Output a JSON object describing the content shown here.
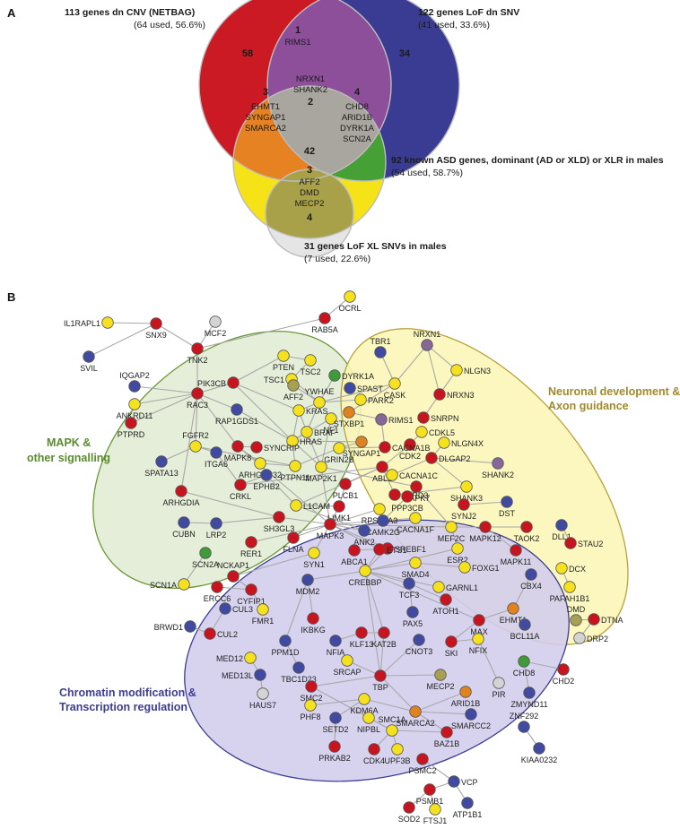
{
  "panels": {
    "a": "A",
    "b": "B"
  },
  "venn": {
    "labels": [
      {
        "bold": "113 genes dn CNV (NETBAG)",
        "sub": "(64 used, 56.6%)"
      },
      {
        "bold": "122 genes LoF  dn SNV",
        "sub": "(41 used, 33.6%)"
      },
      {
        "bold": "92 known ASD genes, dominant (AD or XLD) or XLR in males",
        "sub": "(54 used, 58.7%)"
      },
      {
        "bold": "31 genes LoF XL SNVs in males",
        "sub": "(7 used, 22.6%)"
      }
    ],
    "regions": [
      {
        "count": "58",
        "genes": []
      },
      {
        "count": "34",
        "genes": []
      },
      {
        "count": "1",
        "genes": [
          "RIMS1"
        ]
      },
      {
        "count": "2",
        "genes": [
          "NRXN1",
          "SHANK2"
        ]
      },
      {
        "count": "3",
        "genes": [
          "EHMT1",
          "SYNGAP1",
          "SMARCA2"
        ]
      },
      {
        "count": "4",
        "genes": [
          "CHD8",
          "ARID1B",
          "DYRK1A",
          "SCN2A"
        ]
      },
      {
        "count": "42",
        "genes": []
      },
      {
        "count": "3",
        "genes": [
          "AFF2",
          "DMD",
          "MECP2"
        ]
      },
      {
        "count": "4",
        "genes": []
      }
    ]
  },
  "network": {
    "clusters": [
      {
        "label_lines": [
          "MAPK &",
          "other signalling"
        ],
        "color": "#5a8a2e"
      },
      {
        "label_lines": [
          "Neuronal development &",
          "Axon guidance"
        ],
        "color": "#a08a2a"
      },
      {
        "label_lines": [
          "Chromatin modification &",
          "Transcription regulation"
        ],
        "color": "#3d3d95"
      }
    ],
    "colors": {
      "red": "#c8141e",
      "yellow": "#f5e11e",
      "blue": "#3f4aa0",
      "green": "#3f9a3a",
      "orange": "#e0821e",
      "purple": "#86679a",
      "olive": "#a7a051",
      "grey": "#d4d4d4"
    },
    "nodes": [
      {
        "id": "IL1RAPL1",
        "c": "yellow"
      },
      {
        "id": "SVIL",
        "c": "blue"
      },
      {
        "id": "SNX9",
        "c": "red"
      },
      {
        "id": "TNK2",
        "c": "red"
      },
      {
        "id": "MCF2",
        "c": "grey"
      },
      {
        "id": "RAB5A",
        "c": "red"
      },
      {
        "id": "OCRL",
        "c": "yellow"
      },
      {
        "id": "IQGAP2",
        "c": "blue"
      },
      {
        "id": "ANKRD11",
        "c": "yellow"
      },
      {
        "id": "PTPRD",
        "c": "red"
      },
      {
        "id": "PIK3CB",
        "c": "red"
      },
      {
        "id": "RAC3",
        "c": "red"
      },
      {
        "id": "PTEN",
        "c": "yellow"
      },
      {
        "id": "TSC2",
        "c": "yellow"
      },
      {
        "id": "TSC1",
        "c": "yellow"
      },
      {
        "id": "AFF2",
        "c": "olive"
      },
      {
        "id": "DYRK1A",
        "c": "green"
      },
      {
        "id": "SPAST",
        "c": "blue"
      },
      {
        "id": "RAP1GDS1",
        "c": "blue"
      },
      {
        "id": "YWHAE",
        "c": "yellow"
      },
      {
        "id": "KRAS",
        "c": "yellow"
      },
      {
        "id": "BRAF",
        "c": "yellow"
      },
      {
        "id": "HRAS",
        "c": "yellow"
      },
      {
        "id": "NF1",
        "c": "yellow"
      },
      {
        "id": "PARK2",
        "c": "yellow"
      },
      {
        "id": "STXBP1",
        "c": "orange"
      },
      {
        "id": "RIMS1",
        "c": "purple"
      },
      {
        "id": "SYNGAP1",
        "c": "orange"
      },
      {
        "id": "GRIN2B",
        "c": "yellow"
      },
      {
        "id": "TBR1",
        "c": "blue"
      },
      {
        "id": "NRXN1",
        "c": "purple"
      },
      {
        "id": "NLGN3",
        "c": "yellow"
      },
      {
        "id": "NRXN3",
        "c": "red"
      },
      {
        "id": "CASK",
        "c": "yellow"
      },
      {
        "id": "SNRPN",
        "c": "red"
      },
      {
        "id": "CDKL5",
        "c": "yellow"
      },
      {
        "id": "CDK2",
        "c": "red"
      },
      {
        "id": "NLGN4X",
        "c": "yellow"
      },
      {
        "id": "DLGAP2",
        "c": "red"
      },
      {
        "id": "SHANK2",
        "c": "purple"
      },
      {
        "id": "SHANK3",
        "c": "yellow"
      },
      {
        "id": "FGFR2",
        "c": "yellow"
      },
      {
        "id": "ITGA6",
        "c": "blue"
      },
      {
        "id": "SPATA13",
        "c": "blue"
      },
      {
        "id": "MAPK8",
        "c": "red"
      },
      {
        "id": "SYNCRIP",
        "c": "red"
      },
      {
        "id": "ARHGAP32",
        "c": "yellow"
      },
      {
        "id": "PTPN11",
        "c": "yellow"
      },
      {
        "id": "MAP2K1",
        "c": "yellow"
      },
      {
        "id": "ABL1",
        "c": "red"
      },
      {
        "id": "CACNA1B",
        "c": "red"
      },
      {
        "id": "CACNA1C",
        "c": "yellow"
      },
      {
        "id": "PARD3",
        "c": "red"
      },
      {
        "id": "MAPK7",
        "c": "red"
      },
      {
        "id": "PLCB1",
        "c": "red"
      },
      {
        "id": "PPP3CB",
        "c": "red"
      },
      {
        "id": "EPHB2",
        "c": "blue"
      },
      {
        "id": "CRKL",
        "c": "red"
      },
      {
        "id": "ARHGDIA",
        "c": "red"
      },
      {
        "id": "L1CAM",
        "c": "yellow"
      },
      {
        "id": "LIMK1",
        "c": "red"
      },
      {
        "id": "RPS6KA3",
        "c": "yellow"
      },
      {
        "id": "CAMK2G",
        "c": "blue"
      },
      {
        "id": "SYNJ2",
        "c": "red"
      },
      {
        "id": "CACNA1F",
        "c": "yellow"
      },
      {
        "id": "DST",
        "c": "blue"
      },
      {
        "id": "SH3GL3",
        "c": "red"
      },
      {
        "id": "MAPK3",
        "c": "red"
      },
      {
        "id": "CUBN",
        "c": "blue"
      },
      {
        "id": "LRP2",
        "c": "blue"
      },
      {
        "id": "MEF2C",
        "c": "yellow"
      },
      {
        "id": "MAPK12",
        "c": "red"
      },
      {
        "id": "TAOK2",
        "c": "red"
      },
      {
        "id": "DLL1",
        "c": "blue"
      },
      {
        "id": "STAU2",
        "c": "red"
      },
      {
        "id": "ANK2",
        "c": "blue"
      },
      {
        "id": "SREBF1",
        "c": "red"
      },
      {
        "id": "ESR2",
        "c": "yellow"
      },
      {
        "id": "MAPK11",
        "c": "red"
      },
      {
        "id": "RER1",
        "c": "red"
      },
      {
        "id": "FLNA",
        "c": "red"
      },
      {
        "id": "ABCA1",
        "c": "red"
      },
      {
        "id": "ETS1",
        "c": "red"
      },
      {
        "id": "SCN2A",
        "c": "green"
      },
      {
        "id": "SYN1",
        "c": "yellow"
      },
      {
        "id": "FOXG1",
        "c": "yellow"
      },
      {
        "id": "SMAD4",
        "c": "yellow"
      },
      {
        "id": "CBX4",
        "c": "blue"
      },
      {
        "id": "DCX",
        "c": "yellow"
      },
      {
        "id": "NCKAP1",
        "c": "red"
      },
      {
        "id": "CREBBP",
        "c": "yellow"
      },
      {
        "id": "GARNL1",
        "c": "yellow"
      },
      {
        "id": "PAFAH1B1",
        "c": "yellow"
      },
      {
        "id": "SCN1A",
        "c": "yellow"
      },
      {
        "id": "ERCC6",
        "c": "red"
      },
      {
        "id": "CYFIP1",
        "c": "red"
      },
      {
        "id": "MDM2",
        "c": "blue"
      },
      {
        "id": "TCF3",
        "c": "blue"
      },
      {
        "id": "ATOH1",
        "c": "red"
      },
      {
        "id": "EHMT1",
        "c": "orange"
      },
      {
        "id": "CUL3",
        "c": "blue"
      },
      {
        "id": "FMR1",
        "c": "yellow"
      },
      {
        "id": "DMD",
        "c": "olive"
      },
      {
        "id": "DTNA",
        "c": "red"
      },
      {
        "id": "BRWD1",
        "c": "blue"
      },
      {
        "id": "CUL2",
        "c": "red"
      },
      {
        "id": "IKBKG",
        "c": "red"
      },
      {
        "id": "PAX5",
        "c": "blue"
      },
      {
        "id": "MAX",
        "c": "red"
      },
      {
        "id": "BCL11A",
        "c": "blue"
      },
      {
        "id": "DRP2",
        "c": "grey"
      },
      {
        "id": "PPM1D",
        "c": "blue"
      },
      {
        "id": "NFIA",
        "c": "blue"
      },
      {
        "id": "KLF13",
        "c": "red"
      },
      {
        "id": "KAT2B",
        "c": "red"
      },
      {
        "id": "CNOT3",
        "c": "blue"
      },
      {
        "id": "SKI",
        "c": "red"
      },
      {
        "id": "NFIX",
        "c": "yellow"
      },
      {
        "id": "MED12",
        "c": "yellow"
      },
      {
        "id": "MED13L",
        "c": "blue"
      },
      {
        "id": "TBC1D23",
        "c": "blue"
      },
      {
        "id": "HAUS7",
        "c": "grey"
      },
      {
        "id": "SRCAP",
        "c": "yellow"
      },
      {
        "id": "CHD8",
        "c": "green"
      },
      {
        "id": "CHD2",
        "c": "red"
      },
      {
        "id": "ARID1B",
        "c": "orange"
      },
      {
        "id": "SMC2",
        "c": "red"
      },
      {
        "id": "TBP",
        "c": "red"
      },
      {
        "id": "MECP2",
        "c": "olive"
      },
      {
        "id": "PIR",
        "c": "grey"
      },
      {
        "id": "ZMYND11",
        "c": "blue"
      },
      {
        "id": "PHF8",
        "c": "yellow"
      },
      {
        "id": "KDM6A",
        "c": "yellow"
      },
      {
        "id": "SMARCA2",
        "c": "orange"
      },
      {
        "id": "SMARCC2",
        "c": "blue"
      },
      {
        "id": "NIPBL",
        "c": "yellow"
      },
      {
        "id": "SETD2",
        "c": "blue"
      },
      {
        "id": "ZNF292",
        "c": "blue"
      },
      {
        "id": "SMC1A",
        "c": "yellow"
      },
      {
        "id": "BAZ1B",
        "c": "red"
      },
      {
        "id": "PRKAB2",
        "c": "red"
      },
      {
        "id": "CDK4",
        "c": "red"
      },
      {
        "id": "UPF3B",
        "c": "yellow"
      },
      {
        "id": "KIAA0232",
        "c": "blue"
      },
      {
        "id": "PSMC2",
        "c": "red"
      },
      {
        "id": "VCP",
        "c": "blue"
      },
      {
        "id": "PSMB1",
        "c": "red"
      },
      {
        "id": "SOD2",
        "c": "red"
      },
      {
        "id": "FTSJ1",
        "c": "yellow"
      },
      {
        "id": "ATP1B1",
        "c": "blue"
      }
    ],
    "edges": [
      [
        "IL1RAPL1",
        "SNX9"
      ],
      [
        "SNX9",
        "TNK2"
      ],
      [
        "SNX9",
        "SVIL"
      ],
      [
        "TNK2",
        "MCF2"
      ],
      [
        "TNK2",
        "RAB5A"
      ],
      [
        "RAB5A",
        "OCRL"
      ],
      [
        "TNK2",
        "RAC3"
      ],
      [
        "IQGAP2",
        "RAC3"
      ],
      [
        "ANKRD11",
        "RAC3"
      ],
      [
        "PTPRD",
        "RAC3"
      ],
      [
        "RAC3",
        "PIK3CB"
      ],
      [
        "RAC3",
        "FGFR2"
      ],
      [
        "RAC3",
        "MAPK8"
      ],
      [
        "RAC3",
        "RAP1GDS1"
      ],
      [
        "PIK3CB",
        "PTEN"
      ],
      [
        "PIK3CB",
        "KRAS"
      ],
      [
        "PIK3CB",
        "HRAS"
      ],
      [
        "PTEN",
        "TSC2"
      ],
      [
        "TSC2",
        "TSC1"
      ],
      [
        "TSC1",
        "YWHAE"
      ],
      [
        "AFF2",
        "YWHAE"
      ],
      [
        "DYRK1A",
        "YWHAE"
      ],
      [
        "YWHAE",
        "KRAS"
      ],
      [
        "YWHAE",
        "BRAF"
      ],
      [
        "YWHAE",
        "CASK"
      ],
      [
        "YWHAE",
        "PARK2"
      ],
      [
        "KRAS",
        "BRAF"
      ],
      [
        "KRAS",
        "HRAS"
      ],
      [
        "HRAS",
        "BRAF"
      ],
      [
        "HRAS",
        "NF1"
      ],
      [
        "HRAS",
        "SYNGAP1"
      ],
      [
        "HRAS",
        "PTPN11"
      ],
      [
        "HRAS",
        "MAP2K1"
      ],
      [
        "HRAS",
        "RAP1GDS1"
      ],
      [
        "NF1",
        "MAP2K1"
      ],
      [
        "BRAF",
        "MAP2K1"
      ],
      [
        "MAP2K1",
        "MAPK3"
      ],
      [
        "MAP2K1",
        "MAPK7"
      ],
      [
        "PTPN11",
        "FGFR2"
      ],
      [
        "PTPN11",
        "GRIN2B"
      ],
      [
        "SYNGAP1",
        "GRIN2B"
      ],
      [
        "GRIN2B",
        "CACNA1B"
      ],
      [
        "STXBP1",
        "RIMS1"
      ],
      [
        "STXBP1",
        "CASK"
      ],
      [
        "RIMS1",
        "CACNA1B"
      ],
      [
        "CASK",
        "NRXN1"
      ],
      [
        "NRXN1",
        "NLGN3"
      ],
      [
        "NRXN1",
        "NRXN3"
      ],
      [
        "TBR1",
        "CASK"
      ],
      [
        "NRXN3",
        "NLGN3"
      ],
      [
        "NRXN3",
        "SNRPN"
      ],
      [
        "CDKL5",
        "CDK2"
      ],
      [
        "CDK2",
        "ABL1"
      ],
      [
        "NLGN4X",
        "DLGAP2"
      ],
      [
        "DLGAP2",
        "SHANK2"
      ],
      [
        "DLGAP2",
        "SHANK3"
      ],
      [
        "DLGAP2",
        "CACNA1C"
      ],
      [
        "SHANK3",
        "PARD3"
      ],
      [
        "FGFR2",
        "ITGA6"
      ],
      [
        "FGFR2",
        "SPATA13"
      ],
      [
        "ITGA6",
        "CRKL"
      ],
      [
        "MAPK8",
        "SYNCRIP"
      ],
      [
        "MAPK8",
        "ARHGAP32"
      ],
      [
        "MAPK8",
        "MAPK3"
      ],
      [
        "ARHGAP32",
        "PTPN11"
      ],
      [
        "CRKL",
        "ABL1"
      ],
      [
        "CRKL",
        "EPHB2"
      ],
      [
        "ARHGDIA",
        "RAC3"
      ],
      [
        "ARHGDIA",
        "SH3GL3"
      ],
      [
        "ABL1",
        "CACNA1C"
      ],
      [
        "ABL1",
        "PARD3"
      ],
      [
        "ABL1",
        "PLCB1"
      ],
      [
        "ABL1",
        "L1CAM"
      ],
      [
        "PLCB1",
        "LIMK1"
      ],
      [
        "L1CAM",
        "LIMK1"
      ],
      [
        "L1CAM",
        "EPHB2"
      ],
      [
        "L1CAM",
        "ANK2"
      ],
      [
        "LIMK1",
        "MAPK3"
      ],
      [
        "RPS6KA3",
        "MAPK3"
      ],
      [
        "CAMK2G",
        "MAPK3"
      ],
      [
        "CAMK2G",
        "CACNA1F"
      ],
      [
        "PPP3CB",
        "CAMK2G"
      ],
      [
        "PPP3CB",
        "MAPK7"
      ],
      [
        "MAPK7",
        "MEF2C"
      ],
      [
        "SYNJ2",
        "DST"
      ],
      [
        "MAPK3",
        "SH3GL3"
      ],
      [
        "MAPK3",
        "FLNA"
      ],
      [
        "MAPK3",
        "RER1"
      ],
      [
        "MAPK3",
        "ETS1"
      ],
      [
        "MAPK3",
        "SREBF1"
      ],
      [
        "MAPK3",
        "ANK2"
      ],
      [
        "MAPK3",
        "MEF2C"
      ],
      [
        "MAPK3",
        "SYN1"
      ],
      [
        "MEF2C",
        "MAPK12"
      ],
      [
        "MAPK12",
        "TAOK2"
      ],
      [
        "MAPK12",
        "MAPK11"
      ],
      [
        "MEF2C",
        "ESR2"
      ],
      [
        "DLL1",
        "STAU2"
      ],
      [
        "CUBN",
        "LRP2"
      ],
      [
        "LRP2",
        "SH3GL3"
      ],
      [
        "ABCA1",
        "SREBF1"
      ],
      [
        "ETS1",
        "CREBBP"
      ],
      [
        "SREBF1",
        "CREBBP"
      ],
      [
        "ESR2",
        "CREBBP"
      ],
      [
        "CREBBP",
        "SMAD4"
      ],
      [
        "SMAD4",
        "FOXG1"
      ],
      [
        "CREBBP",
        "MDM2"
      ],
      [
        "CREBBP",
        "TCF3"
      ],
      [
        "CREBBP",
        "KAT2B"
      ],
      [
        "CREBBP",
        "TBP"
      ],
      [
        "CREBBP",
        "MAX"
      ],
      [
        "GARNL1",
        "CREBBP"
      ],
      [
        "ATOH1",
        "TCF3"
      ],
      [
        "MAX",
        "EHMT1"
      ],
      [
        "MAX",
        "SKI"
      ],
      [
        "CBX4",
        "EHMT1"
      ],
      [
        "DCX",
        "PAFAH1B1"
      ],
      [
        "SYN1",
        "NCKAP1"
      ],
      [
        "NCKAP1",
        "CYFIP1"
      ],
      [
        "CYFIP1",
        "FMR1"
      ],
      [
        "CYFIP1",
        "ERCC6"
      ],
      [
        "SCN1A",
        "SCN2A"
      ],
      [
        "CUL3",
        "CUL2"
      ],
      [
        "BRWD1",
        "CUL2"
      ],
      [
        "DMD",
        "DTNA"
      ],
      [
        "DTNA",
        "DRP2"
      ],
      [
        "IKBKG",
        "MDM2"
      ],
      [
        "PPM1D",
        "MDM2"
      ],
      [
        "KLF13",
        "KAT2B"
      ],
      [
        "KAT2B",
        "TBP"
      ],
      [
        "NFIA",
        "KLF13"
      ],
      [
        "PAX5",
        "TCF3"
      ],
      [
        "CNOT3",
        "TBP"
      ],
      [
        "SKI",
        "NFIX"
      ],
      [
        "MED12",
        "MED13L"
      ],
      [
        "MED13L",
        "HAUS7"
      ],
      [
        "SRCAP",
        "TBP"
      ],
      [
        "CHD8",
        "CHD2"
      ],
      [
        "ARID1B",
        "SMARCA2"
      ],
      [
        "SMC2",
        "TBP"
      ],
      [
        "TBP",
        "MECP2"
      ],
      [
        "TBP",
        "SMARCA2"
      ],
      [
        "SMARCA2",
        "SMARCC2"
      ],
      [
        "SMARCA2",
        "KDM6A"
      ],
      [
        "PIR",
        "NFIX"
      ],
      [
        "ZMYND11",
        "CHD8"
      ],
      [
        "PHF8",
        "KDM6A"
      ],
      [
        "NIPBL",
        "SMC1A"
      ],
      [
        "SMC2",
        "SMC1A"
      ],
      [
        "SMC1A",
        "CDK4"
      ],
      [
        "SMC1A",
        "BAZ1B"
      ],
      [
        "SETD2",
        "KDM6A"
      ],
      [
        "ZNF292",
        "KIAA0232"
      ],
      [
        "BAZ1B",
        "SMARCA2"
      ],
      [
        "PSMC2",
        "VCP"
      ],
      [
        "VCP",
        "PSMB1"
      ],
      [
        "VCP",
        "ATP1B1"
      ],
      [
        "PSMB1",
        "SOD2"
      ],
      [
        "PSMB1",
        "FTSJ1"
      ],
      [
        "UPF3B",
        "SMC1A"
      ],
      [
        "PRKAB2",
        "SETD2"
      ],
      [
        "TBC1D23",
        "PPM1D"
      ]
    ]
  }
}
